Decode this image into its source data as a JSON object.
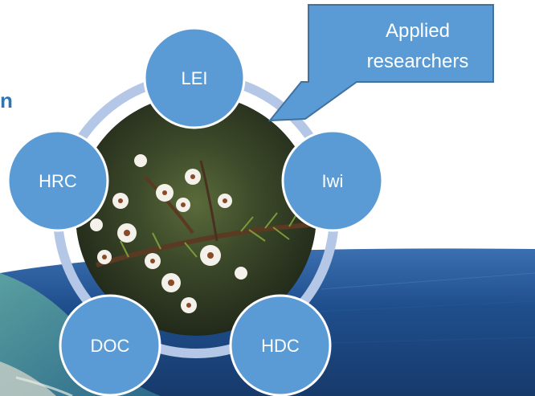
{
  "partial_title": "n",
  "callout": {
    "line1": "Applied",
    "line2": "researchers"
  },
  "nodes": {
    "lei": "LEI",
    "iwi": "Iwi",
    "hdc": "HDC",
    "doc": "DOC",
    "hrc": "HRC"
  },
  "colors": {
    "node_fill": "#5b9bd5",
    "node_stroke": "#ffffff",
    "ring": "#b4c7e7",
    "callout_fill": "#5b9bd5",
    "callout_stroke": "#41719c",
    "title": "#2e75b6",
    "ocean_deep": "#1f4e8c",
    "ocean_shallow": "#3a8fb3"
  }
}
